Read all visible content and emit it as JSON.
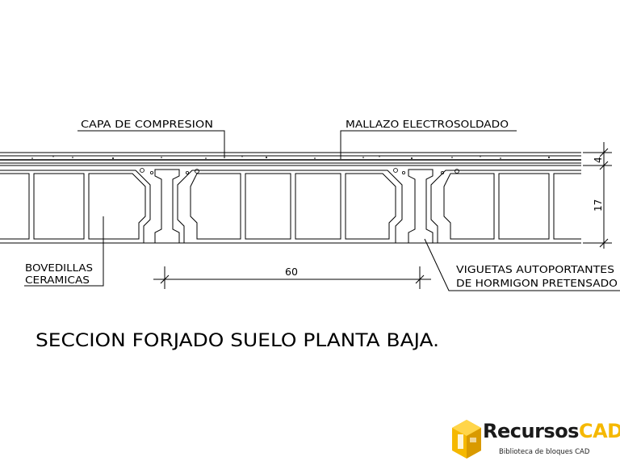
{
  "labels": {
    "capa": "CAPA DE COMPRESION",
    "mallazo": "MALLAZO ELECTROSOLDADO",
    "bovedillas_1": "BOVEDILLAS",
    "bovedillas_2": "CERAMICAS",
    "viguetas_1": "VIGUETAS AUTOPORTANTES",
    "viguetas_2": "DE HORMIGON PRETENSADO"
  },
  "dimensions": {
    "span": "60",
    "top_layer": "4",
    "block_height": "17"
  },
  "title": "SECCION FORJADO SUELO PLANTA BAJA.",
  "brand": {
    "name_part1": "Recursos",
    "name_part2": "CAD",
    "tagline": "Biblioteca de bloques CAD",
    "colors": {
      "primary": "#f5b800",
      "dark": "#1a1a1a"
    }
  }
}
